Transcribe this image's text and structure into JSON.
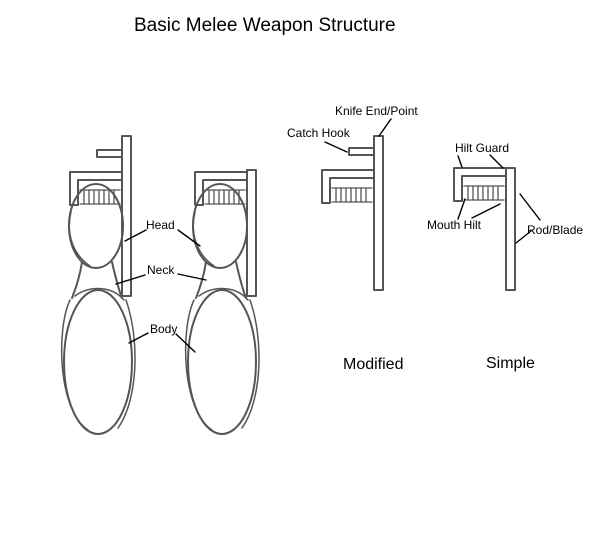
{
  "title": "Basic Melee Weapon Structure",
  "labels": {
    "head": "Head",
    "neck": "Neck",
    "body": "Body",
    "knife_end": "Knife End/Point",
    "catch_hook": "Catch Hook",
    "hilt_guard": "Hilt Guard",
    "mouth_hilt": "Mouth Hilt",
    "rod_blade": "Rod/Blade"
  },
  "captions": {
    "modified": "Modified",
    "simple": "Simple"
  },
  "colors": {
    "stroke": "#555555",
    "leader": "#000000",
    "background": "#ffffff"
  }
}
